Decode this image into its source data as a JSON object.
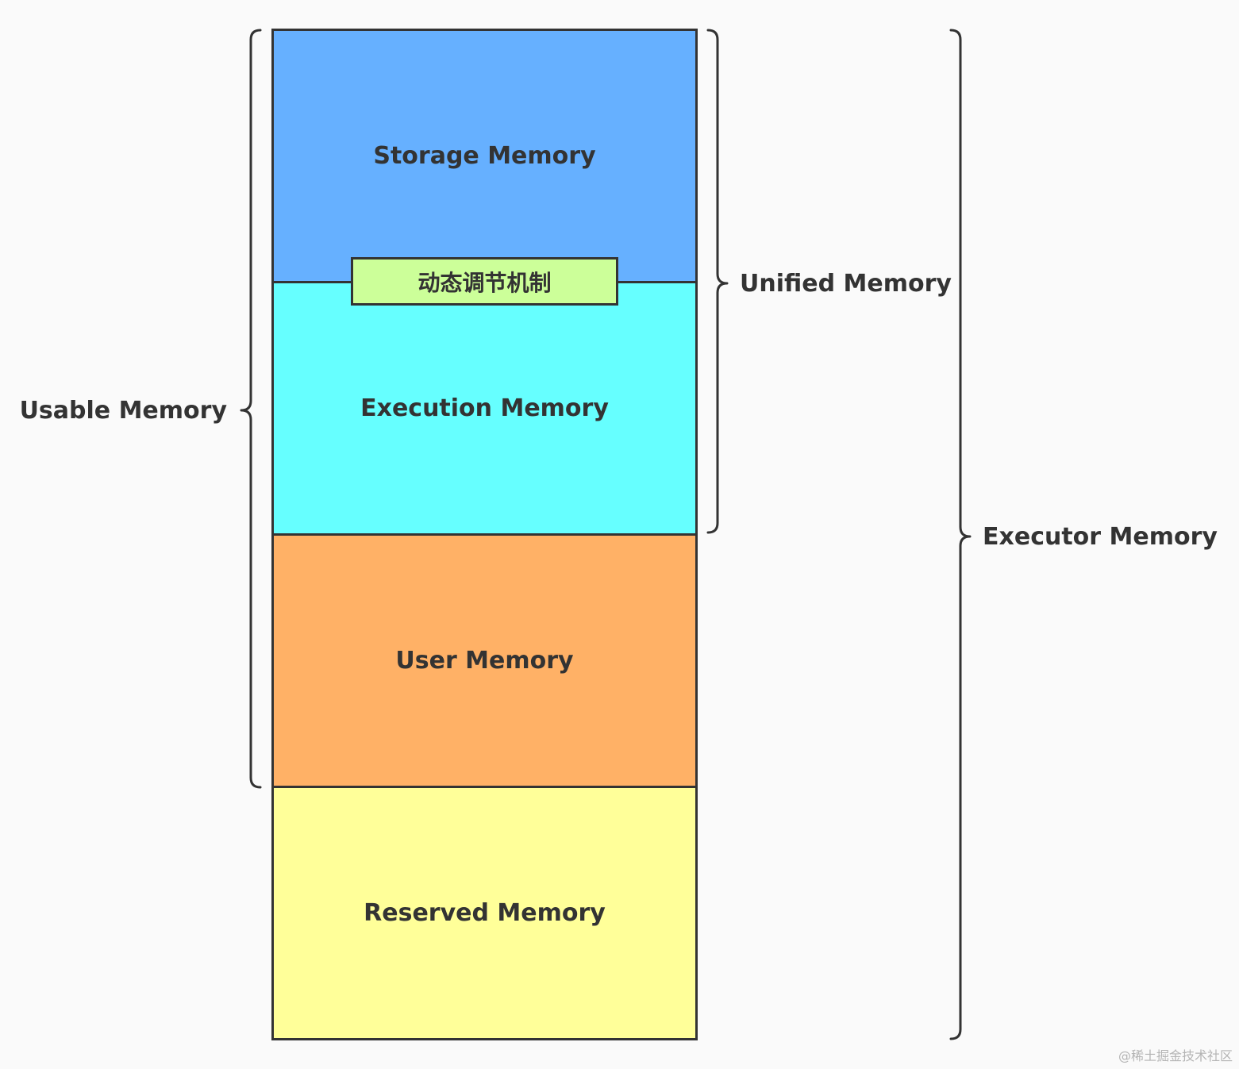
{
  "blocks": {
    "storage": {
      "label": "Storage Memory",
      "color": "#66b0ff"
    },
    "execution": {
      "label": "Execution Memory",
      "color": "#66ffff"
    },
    "user": {
      "label": "User Memory",
      "color": "#ffb166"
    },
    "reserved": {
      "label": "Reserved Memory",
      "color": "#ffff99"
    }
  },
  "dynamic_mechanism": {
    "label": "动态调节机制",
    "color": "#ccff99"
  },
  "braces": {
    "usable": {
      "label": "Usable Memory"
    },
    "unified": {
      "label": "Unified Memory"
    },
    "executor": {
      "label": "Executor Memory"
    }
  },
  "colors": {
    "border": "#333333",
    "text": "#333333",
    "background": "#fafafa"
  },
  "watermark": "@稀土掘金技术社区"
}
